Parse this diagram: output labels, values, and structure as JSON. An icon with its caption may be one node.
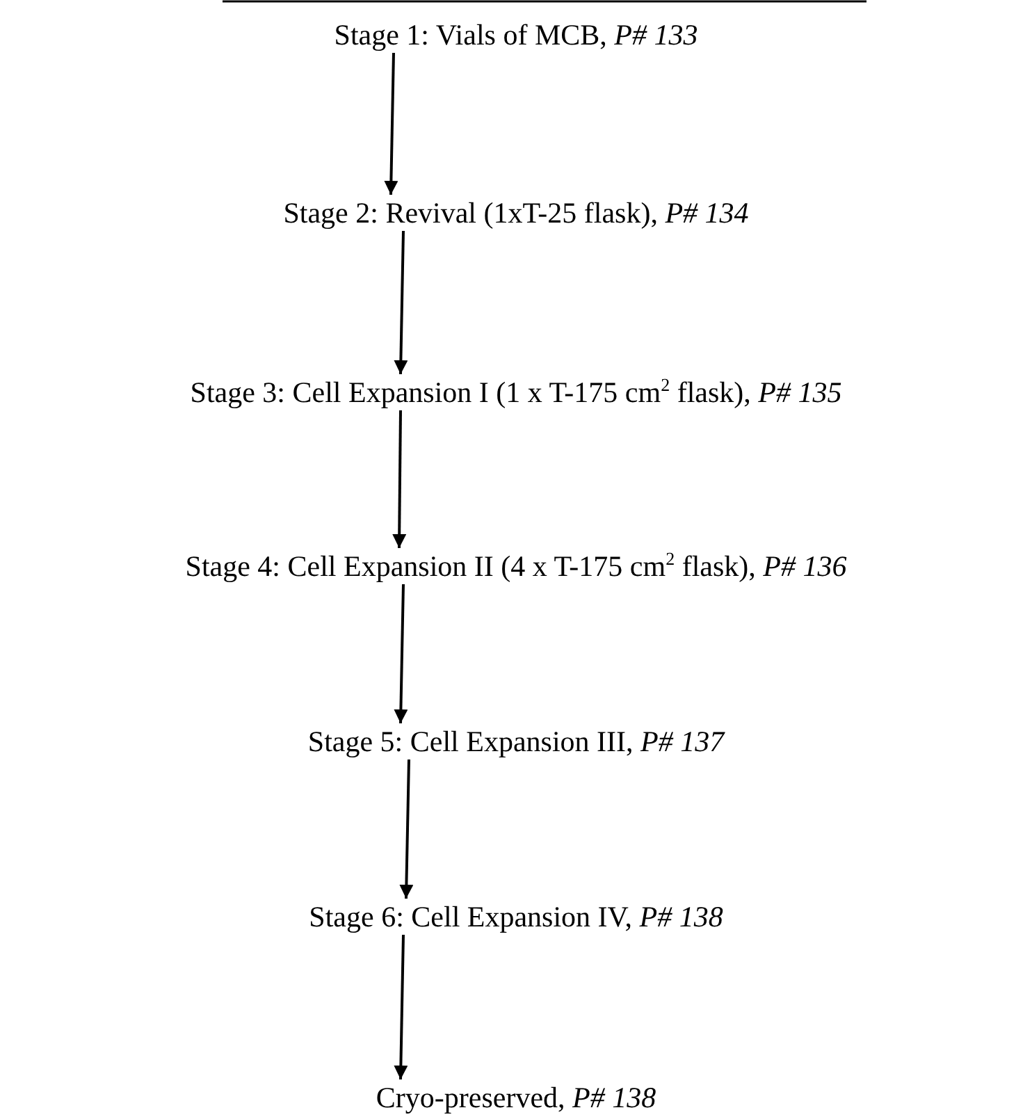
{
  "diagram": {
    "nodes": [
      {
        "text": [
          "Stage 1: Vials of MCB, *P# 133*"
        ]
      },
      {
        "text": [
          "Stage 2: Revival (1xT-25 flask), *P# 134*"
        ]
      },
      {
        "text": [
          "Stage 3: Cell Expansion I (1 x T-175 cm$^{2}$ flask), *P# 135*"
        ]
      },
      {
        "text": [
          "Stage 4: Cell Expansion II (4 x T-175 cm$^{2}$ flask), *P# 136*"
        ]
      },
      {
        "text": [
          "Stage 5: Cell Expansion III, *P# 137*"
        ]
      },
      {
        "text": [
          "Stage 6: Cell Expansion IV, *P# 138*"
        ]
      },
      {
        "text": [
          "Cryo-preserved, *P# 138*"
        ]
      }
    ],
    "edges": [
      {
        "from": 0,
        "to": 1,
        "arrow": "to"
      },
      {
        "from": 1,
        "to": 2,
        "arrow": "to"
      },
      {
        "from": 2,
        "to": 3,
        "arrow": "to"
      },
      {
        "from": 3,
        "to": 4,
        "arrow": "to"
      },
      {
        "from": 4,
        "to": 5,
        "arrow": "to"
      },
      {
        "from": 5,
        "to": 6,
        "arrow": "to"
      }
    ]
  }
}
